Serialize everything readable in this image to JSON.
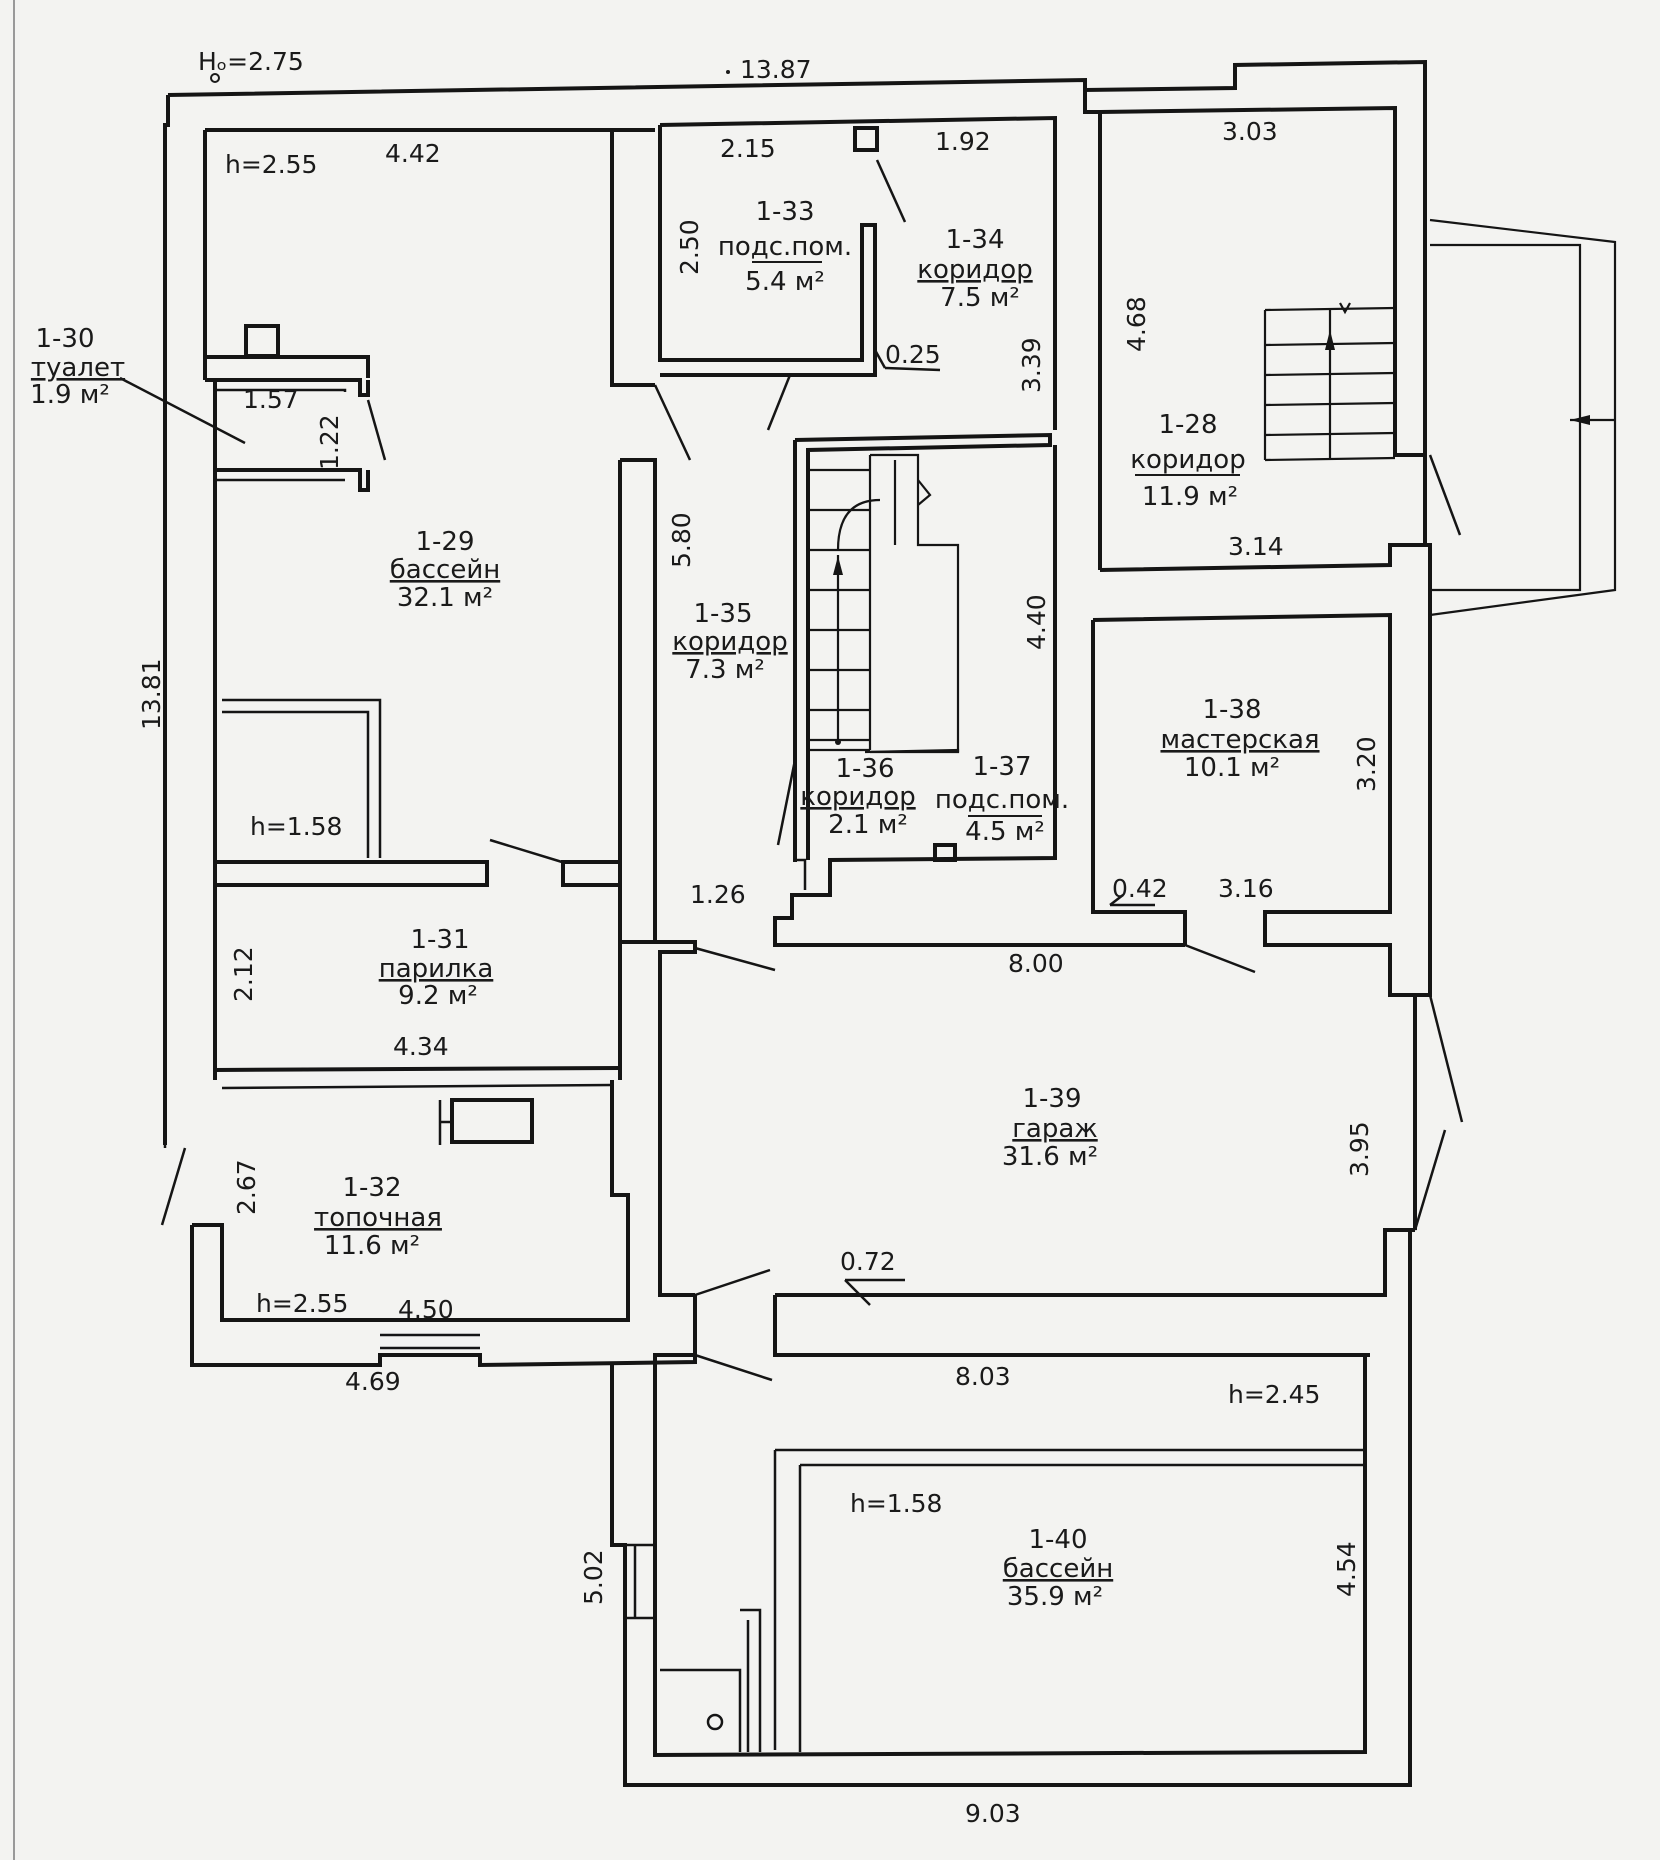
{
  "plan": {
    "ground_height": "Hₒ=2.75",
    "dimensions": {
      "top_total": "13.87",
      "left_total": "13.81",
      "bottom_total": "9.03",
      "d_4_42": "4.42",
      "d_2_15": "2.15",
      "d_1_92": "1.92",
      "d_2_50": "2.50",
      "d_0_25": "0.25",
      "d_3_39": "3.39",
      "d_3_03": "3.03",
      "d_4_68": "4.68",
      "d_3_14": "3.14",
      "d_1_57": "1.57",
      "d_1_22": "1.22",
      "d_5_80": "5.80",
      "d_4_40": "4.40",
      "d_3_20": "3.20",
      "d_0_42": "0.42",
      "d_3_16": "3.16",
      "d_1_26": "1.26",
      "d_8_00": "8.00",
      "d_2_12": "2.12",
      "d_4_34": "4.34",
      "d_3_95": "3.95",
      "d_2_67": "2.67",
      "d_0_72": "0.72",
      "d_4_50": "4.50",
      "d_4_69": "4.69",
      "d_8_03": "8.03",
      "d_5_02": "5.02",
      "d_4_54": "4.54"
    },
    "heights": {
      "h_pool_top": "h=2.55",
      "h_pool_inner": "h=1.58",
      "h_sauna_room": "h=2.55",
      "h_lower": "h=2.45",
      "h_lower_inner": "h=1.58"
    },
    "rooms": [
      {
        "id": "1-30",
        "name": "туалет",
        "area": "1.9 м²"
      },
      {
        "id": "1-29",
        "name": "бассейн",
        "area": "32.1 м²"
      },
      {
        "id": "1-33",
        "name": "подс.пом.",
        "area": "5.4 м²"
      },
      {
        "id": "1-34",
        "name": "коридор",
        "area": "7.5 м²"
      },
      {
        "id": "1-28",
        "name": "коридор",
        "area": "11.9 м²"
      },
      {
        "id": "1-35",
        "name": "коридор",
        "area": "7.3 м²"
      },
      {
        "id": "1-36",
        "name": "коридор",
        "area": "2.1 м²"
      },
      {
        "id": "1-37",
        "name": "подс.пом.",
        "area": "4.5 м²"
      },
      {
        "id": "1-38",
        "name": "мастерская",
        "area": "10.1 м²"
      },
      {
        "id": "1-31",
        "name": "парилка",
        "area": "9.2 м²"
      },
      {
        "id": "1-39",
        "name": "гараж",
        "area": "31.6 м²"
      },
      {
        "id": "1-32",
        "name": "топочная",
        "area": "11.6 м²"
      },
      {
        "id": "1-40",
        "name": "бассейн",
        "area": "35.9 м²"
      }
    ]
  }
}
